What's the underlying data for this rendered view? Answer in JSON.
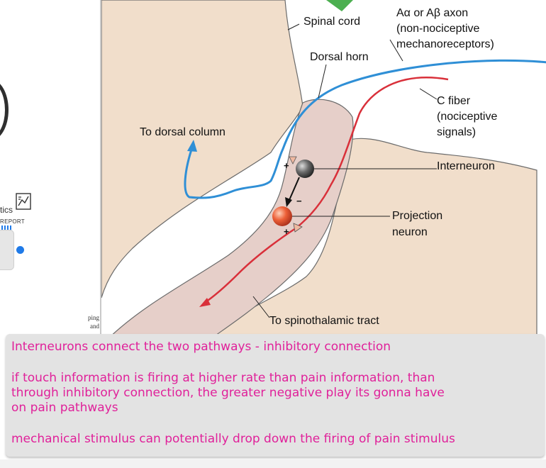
{
  "side_panel": {
    "stats_label": "tics",
    "report_label": "REPORT",
    "page_text": [
      "ping",
      "and"
    ]
  },
  "diagram": {
    "labels": {
      "spinal_cord": "Spinal cord",
      "dorsal_horn": "Dorsal horn",
      "axon_line1": "Aα or Aβ axon",
      "axon_line2": "(non-nociceptive",
      "axon_line3": "mechanoreceptors)",
      "c_fiber_line1": "C fiber",
      "c_fiber_line2": "(nociceptive",
      "c_fiber_line3": "signals)",
      "dorsal_column": "To dorsal column",
      "interneuron": "Interneuron",
      "projection_line1": "Projection",
      "projection_line2": "neuron",
      "spinothalamic": "To spinothalamic tract"
    },
    "signs": {
      "plus_interneuron": "+",
      "minus": "−",
      "plus_projection": "+"
    },
    "colors": {
      "tissue": "#f1decb",
      "dorsal_horn": "#e6cfc9",
      "a_beta_axon": "#2f8fd6",
      "c_fiber": "#d9303a",
      "interneuron": "#555555",
      "projection_neuron": "#ea5a35",
      "note_text": "#e0219a"
    }
  },
  "notes": {
    "line1": "Interneurons connect the two pathways - inhibitory connection",
    "line2": "if touch information is firing at higher rate than pain information, than",
    "line3": "through inhibitory connection, the greater negative play its gonna have",
    "line4": "on pain pathways",
    "line5": "mechanical stimulus can potentially drop down the firing of pain stimulus"
  }
}
